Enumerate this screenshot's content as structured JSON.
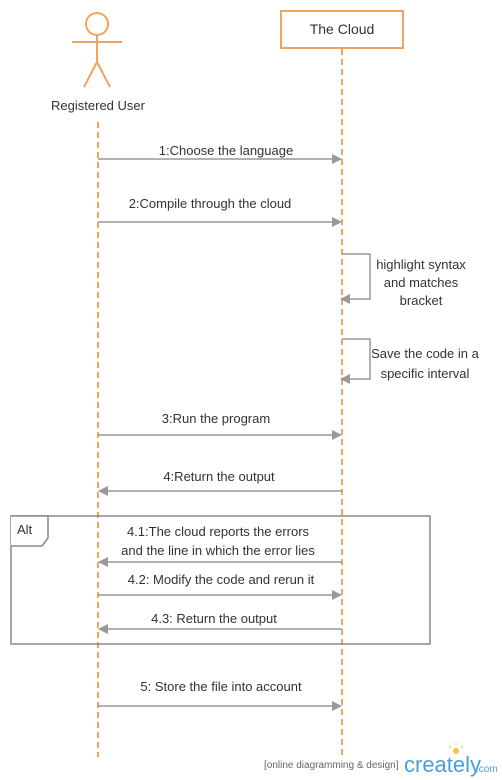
{
  "diagram": {
    "actor_name": "Registered User",
    "system_name": "The Cloud",
    "fragment_label": "Alt",
    "messages": {
      "m1": "1:Choose the language",
      "m2": "2:Compile through the cloud",
      "self1_l1": "highlight syntax",
      "self1_l2": "and matches",
      "self1_l3": "bracket",
      "self2_l1": "Save the code in a",
      "self2_l2": "specific interval",
      "m3": "3:Run the program",
      "m4": "4:Return the output",
      "m41_l1": "4.1:The cloud reports the errors",
      "m41_l2": "and the line in which the error lies",
      "m42": "4.2: Modify the code and rerun it",
      "m43": "4.3: Return the output",
      "m5": "5: Store the file into account"
    }
  },
  "footer": {
    "tagline": "[online diagramming & design]",
    "brand": "creately",
    "brand_suffix": ".com"
  },
  "colors": {
    "lifeline": "#f0a55a",
    "arrow": "#999999",
    "frame": "#888888",
    "text": "#333333"
  }
}
